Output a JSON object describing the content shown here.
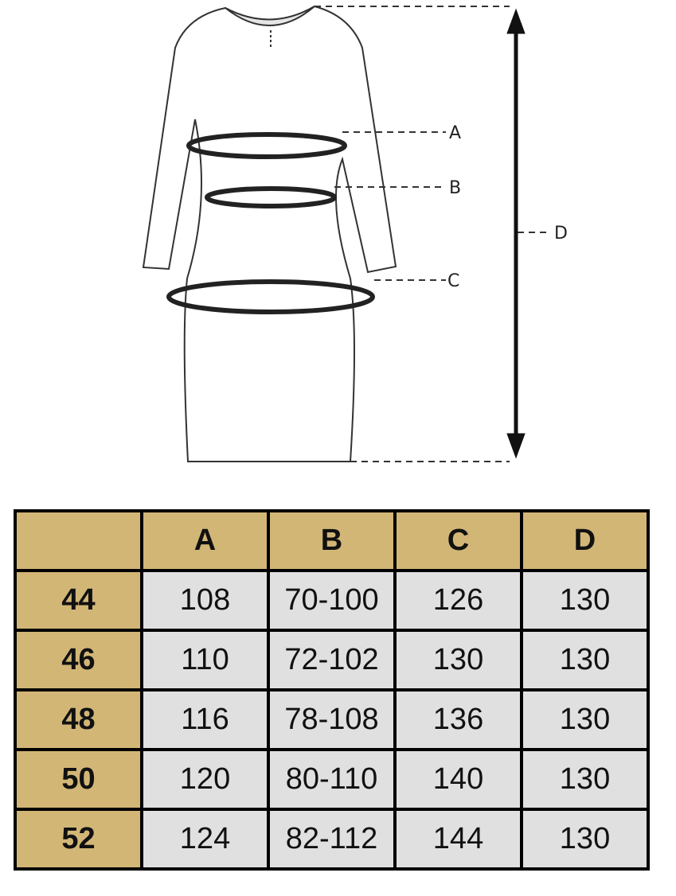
{
  "diagram": {
    "labels": [
      "A",
      "B",
      "C",
      "D"
    ]
  },
  "table": {
    "columns": [
      "",
      "A",
      "B",
      "C",
      "D"
    ],
    "rows": [
      {
        "size": "44",
        "values": [
          "108",
          "70-100",
          "126",
          "130"
        ]
      },
      {
        "size": "46",
        "values": [
          "110",
          "72-102",
          "130",
          "130"
        ]
      },
      {
        "size": "48",
        "values": [
          "116",
          "78-108",
          "136",
          "130"
        ]
      },
      {
        "size": "50",
        "values": [
          "120",
          "80-110",
          "140",
          "130"
        ]
      },
      {
        "size": "52",
        "values": [
          "124",
          "82-112",
          "144",
          "130"
        ]
      }
    ]
  },
  "colors": {
    "header": "#d2b676",
    "cell": "#e0e0e0",
    "border": "#000000"
  }
}
